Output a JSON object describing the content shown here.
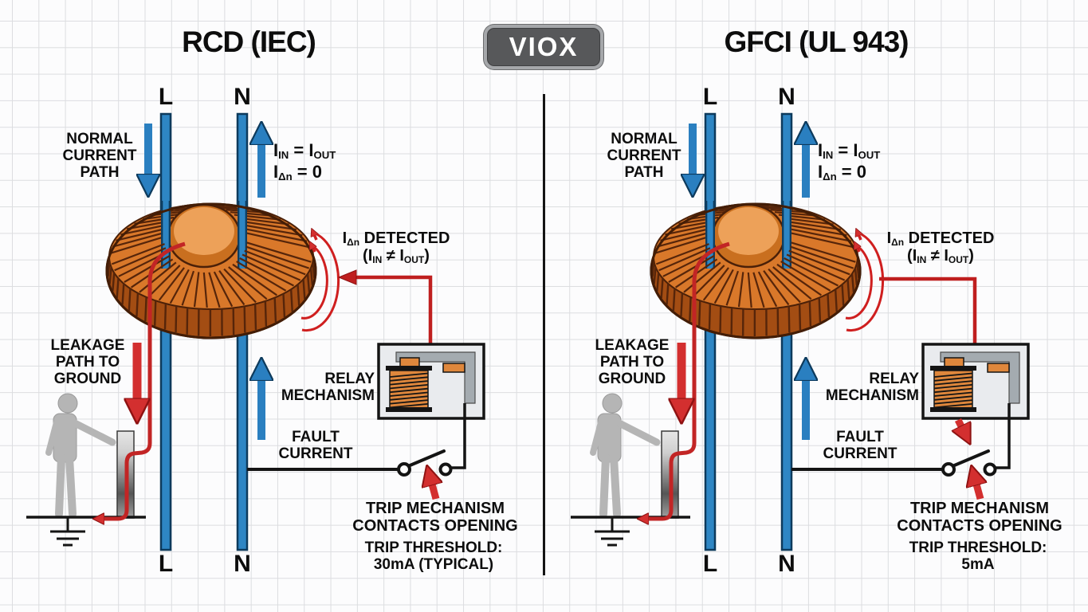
{
  "logo": {
    "text": "VIOX"
  },
  "panels": {
    "left": {
      "title": "RCD (IEC)",
      "threshold_lines": [
        "TRIP THRESHOLD:",
        "30mA (TYPICAL)"
      ]
    },
    "right": {
      "title": "GFCI (UL 943)",
      "threshold_lines": [
        "TRIP THRESHOLD:",
        "5mA"
      ]
    }
  },
  "labels": {
    "live": "L",
    "neutral": "N",
    "normal_path": [
      "NORMAL",
      "CURRENT",
      "PATH"
    ],
    "formula_balanced_1": "I_{IN} = I_{OUT}",
    "formula_balanced_2": "I_{Δn} = 0",
    "detected_1": "I_{Δn} DETECTED",
    "detected_2": "(I_{IN} ≠ I_{OUT})",
    "relay": [
      "RELAY",
      "MECHANISM"
    ],
    "leakage": [
      "LEAKAGE",
      "PATH TO",
      "GROUND"
    ],
    "fault": [
      "FAULT",
      "CURRENT"
    ],
    "trip_mech": [
      "TRIP MECHANISM",
      "CONTACTS OPENING"
    ]
  },
  "colors": {
    "conductor_blue": "#2e86c4",
    "copper_winding": "#d9782a",
    "fault_red": "#d32f2f",
    "signal_wire_red": "#bf1f1f",
    "circuit_black": "#141414",
    "logo_bg": "#57585a",
    "logo_border": "#a5a7aa",
    "grid_line": "#dcdde0"
  }
}
